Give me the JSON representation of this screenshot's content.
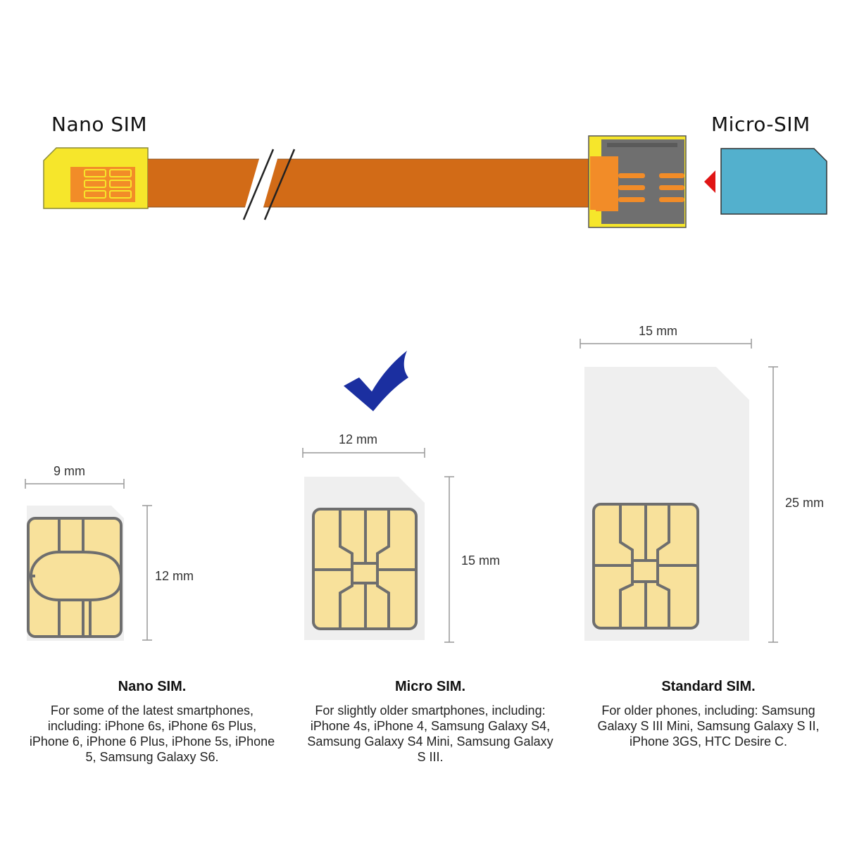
{
  "cable": {
    "left_label": "Nano SIM",
    "right_label": "Micro-SIM"
  },
  "colors": {
    "ribbon": "#D26B17",
    "adapter_yellow": "#F6E62B",
    "contact_orange": "#F28C28",
    "slot_gray": "#6F6F6F",
    "micro_card_blue": "#53B0CD",
    "arrow_red": "#E01515",
    "check_blue": "#1B2FA0",
    "card_gray": "#EFEFEF",
    "chip_yellow": "#F8E19B",
    "chip_line": "#6E6E6E"
  },
  "icons": {
    "checkmark": "check-icon",
    "insert_arrow": "arrow-left-icon"
  },
  "cards": {
    "nano": {
      "width_label": "9 mm",
      "height_label": "12 mm",
      "title": "Nano SIM.",
      "desc": [
        "For some of the latest smartphones,",
        "including: iPhone 6s, iPhone 6s Plus,",
        "iPhone 6, iPhone 6 Plus, iPhone 5s, iPhone",
        "5, Samsung Galaxy S6."
      ]
    },
    "micro": {
      "width_label": "12 mm",
      "height_label": "15 mm",
      "title": "Micro SIM.",
      "desc": [
        "For slightly older smartphones, including:",
        "iPhone 4s, iPhone 4, Samsung Galaxy S4,",
        "Samsung Galaxy S4 Mini, Samsung Galaxy",
        "S III."
      ]
    },
    "standard": {
      "width_label": "15 mm",
      "height_label": "25 mm",
      "title": "Standard SIM.",
      "desc": [
        "For older phones, including: Samsung",
        "Galaxy S III Mini, Samsung Galaxy S II,",
        "iPhone 3GS, HTC Desire C."
      ]
    }
  }
}
